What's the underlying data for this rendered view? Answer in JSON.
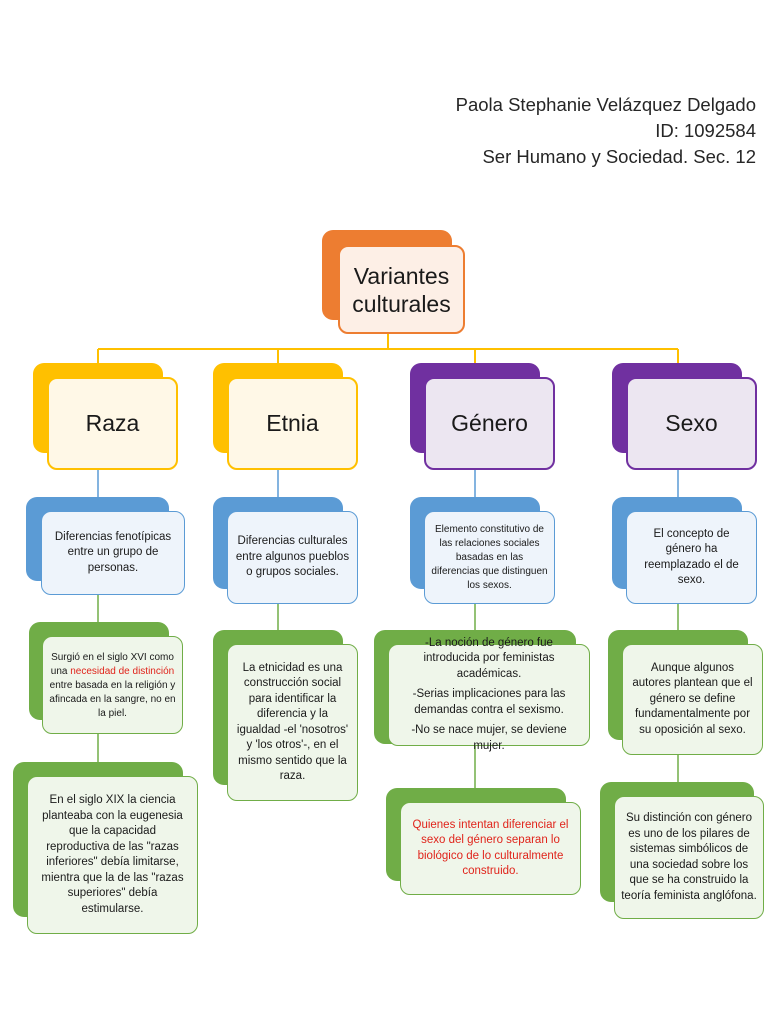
{
  "header": {
    "name": "Paola Stephanie Velázquez Delgado",
    "id": "ID: 1092584",
    "course": "Ser Humano y Sociedad. Sec. 12"
  },
  "root": {
    "line1": "Variantes",
    "line2": "culturales"
  },
  "categories": {
    "raza": "Raza",
    "etnia": "Etnia",
    "genero": "Género",
    "sexo": "Sexo"
  },
  "definitions": {
    "raza": "Diferencias fenotípicas entre un grupo de personas.",
    "etnia": "Diferencias culturales entre algunos pueblos o grupos sociales.",
    "genero": "Elemento constitutivo de las relaciones sociales basadas en las diferencias que distinguen los sexos.",
    "sexo": "El concepto de género ha reemplazado el de sexo."
  },
  "raza_details": {
    "first_a": "Surgió en el siglo XVI como una ",
    "first_highlight": "necesidad de distinción",
    "first_b": " entre basada en la religión y afincada en la sangre, no en la piel.",
    "second": "En el siglo XIX la ciencia planteaba con la eugenesia que la capacidad reproductiva de las \"razas inferiores\" debía limitarse, mientra que la de las \"razas superiores\" debía estimularse."
  },
  "etnia_details": {
    "first": "La etnicidad es una construcción social para identificar la diferencia y la igualdad -el 'nosotros' y 'los otros'-, en el mismo sentido que la raza."
  },
  "genero_details": {
    "first_p1": "-La noción de género fue introducida por feministas académicas.",
    "first_p2": "-Serias implicaciones para las demandas contra el sexismo.",
    "first_p3": "-No se nace mujer, se deviene mujer.",
    "second": "Quienes intentan diferenciar el sexo del género separan lo biológico de lo culturalmente construido."
  },
  "sexo_details": {
    "first": "Aunque algunos autores plantean que el género se define fundamentalmente por su oposición al sexo.",
    "second": "Su distinción con género es uno de los pilares de sistemas simbólicos de una sociedad sobre los que se ha construido la teoría feminista anglófona."
  },
  "colors": {
    "orange": "#ed7d31",
    "yellow": "#ffc000",
    "purple": "#7030a0",
    "blue": "#5b9bd5",
    "green": "#70ad47",
    "highlight": "#e0241b"
  }
}
